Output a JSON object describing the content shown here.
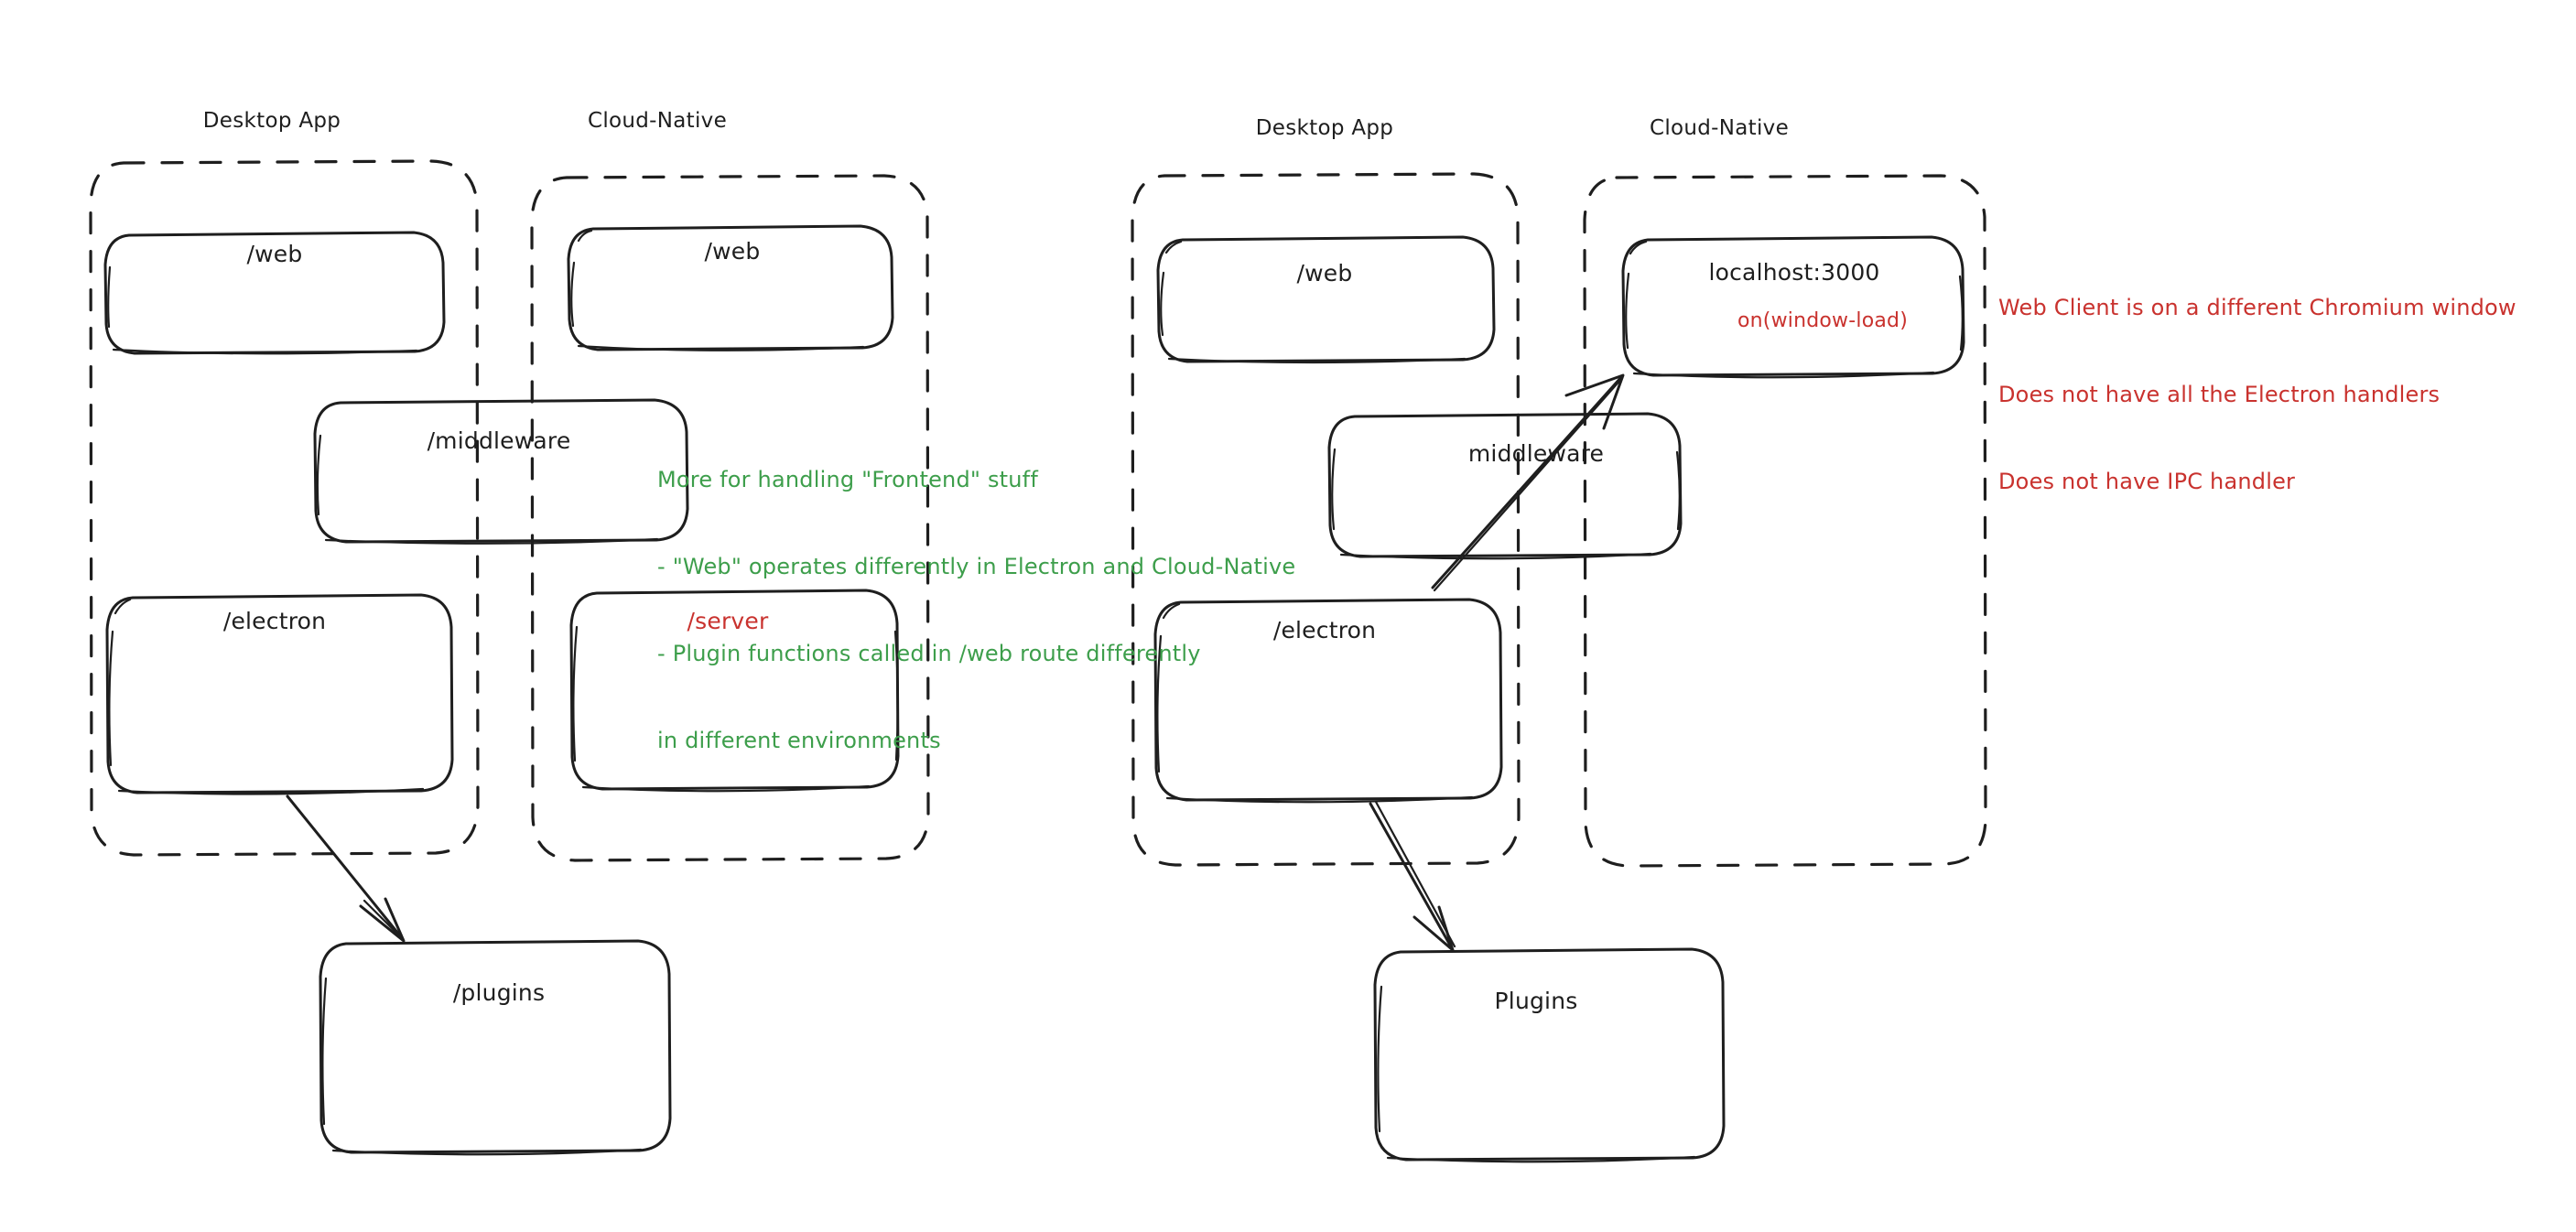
{
  "diagram": {
    "title": "Electron vs Cloud-Native architecture sketch",
    "style": "hand-drawn",
    "background": "#ffffff",
    "colors": {
      "stroke": "#1e1e1e",
      "green": "#3d9e4b",
      "red": "#c9322e"
    }
  },
  "left_diagram": {
    "groups": [
      {
        "id": "left-desktop",
        "label": "Desktop App"
      },
      {
        "id": "left-cloud",
        "label": "Cloud-Native"
      }
    ],
    "nodes": [
      {
        "id": "left-desktop-web",
        "label": "/web",
        "color": "#1e1e1e"
      },
      {
        "id": "left-cloud-web",
        "label": "/web",
        "color": "#1e1e1e"
      },
      {
        "id": "left-middleware",
        "label": "/middleware",
        "color": "#1e1e1e"
      },
      {
        "id": "left-electron",
        "label": "/electron",
        "color": "#1e1e1e"
      },
      {
        "id": "left-server",
        "label": "/server",
        "color": "#c9322e"
      },
      {
        "id": "left-plugins",
        "label": "/plugins",
        "color": "#1e1e1e"
      }
    ],
    "annotation": {
      "color": "#3d9e4b",
      "lines": [
        "More for handling \"Frontend\" stuff",
        "- \"Web\" operates differently in Electron and Cloud-Native",
        "- Plugin functions called in /web route differently",
        "in different environments"
      ]
    },
    "arrows": [
      {
        "id": "left-electron-to-plugins",
        "from": "/electron",
        "to": "/plugins"
      }
    ]
  },
  "right_diagram": {
    "groups": [
      {
        "id": "right-desktop",
        "label": "Desktop App"
      },
      {
        "id": "right-cloud",
        "label": "Cloud-Native"
      }
    ],
    "nodes": [
      {
        "id": "right-desktop-web",
        "label": "/web",
        "color": "#1e1e1e"
      },
      {
        "id": "right-localhost",
        "label": "localhost:3000",
        "sublabel": "on(window-load)",
        "color": "#1e1e1e",
        "sublabel_color": "#c9322e"
      },
      {
        "id": "right-middleware",
        "label": "middleware",
        "color": "#1e1e1e"
      },
      {
        "id": "right-electron",
        "label": "/electron",
        "color": "#1e1e1e"
      },
      {
        "id": "right-plugins",
        "label": "Plugins",
        "color": "#1e1e1e"
      }
    ],
    "annotation": {
      "color": "#c9322e",
      "lines": [
        "Web Client is on a different Chromium window",
        "Does not have all the Electron handlers",
        "Does not have IPC handler"
      ]
    },
    "arrows": [
      {
        "id": "right-electron-to-localhost",
        "from": "/electron",
        "to": "localhost:3000"
      },
      {
        "id": "right-electron-to-plugins",
        "from": "/electron",
        "to": "Plugins"
      }
    ]
  }
}
